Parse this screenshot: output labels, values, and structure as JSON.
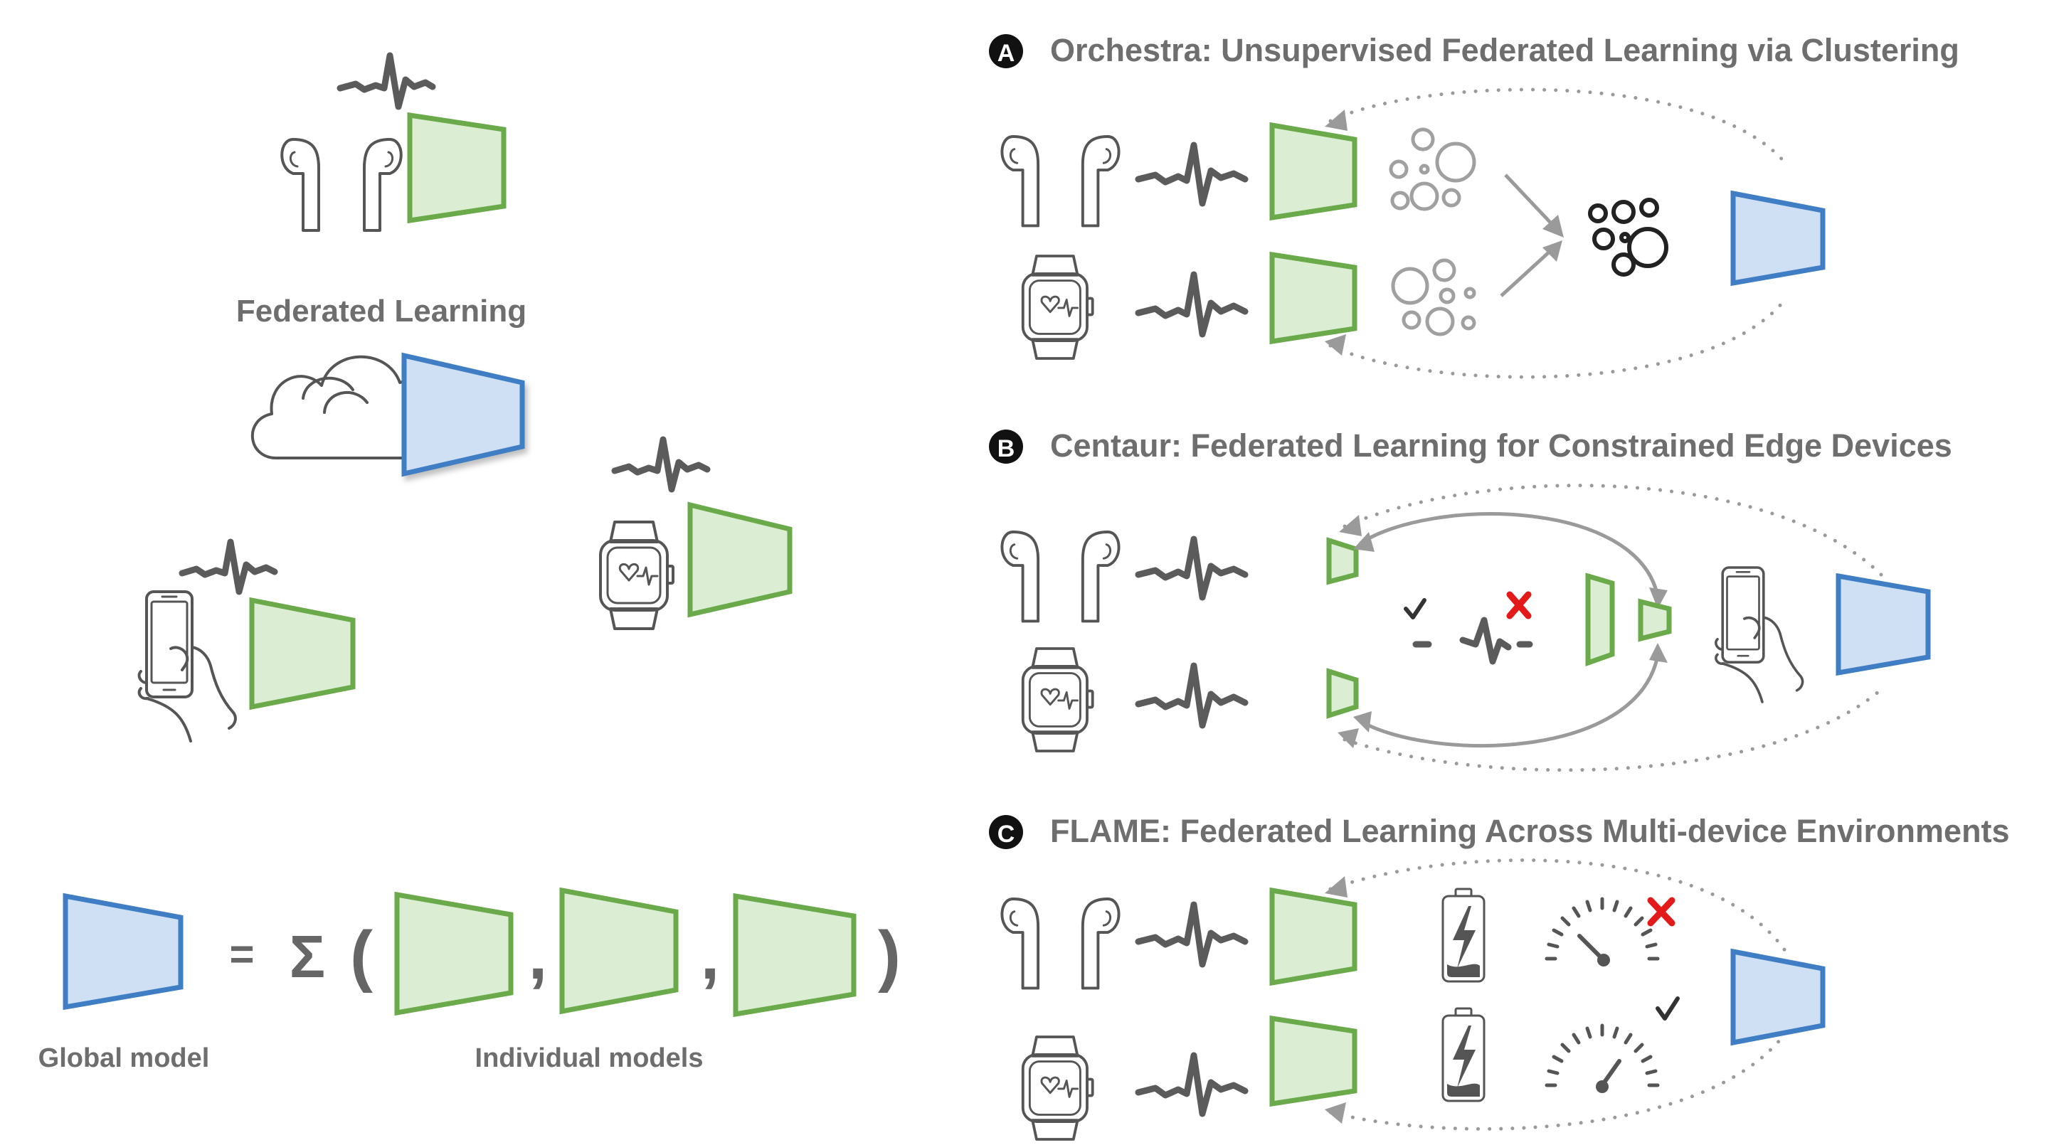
{
  "left": {
    "federated_learning_title": "Federated Learning",
    "equation": {
      "equals": "=",
      "sigma": "Σ",
      "open_paren": "(",
      "comma": ",",
      "close_paren": ")",
      "global_model_label": "Global model",
      "individual_models_label": "Individual models"
    }
  },
  "panels": {
    "a": {
      "badge": "A",
      "title": "Orchestra: Unsupervised Federated Learning via Clustering"
    },
    "b": {
      "badge": "B",
      "title": "Centaur: Federated Learning for Constrained Edge Devices"
    },
    "c": {
      "badge": "C",
      "title": "FLAME: Federated Learning Across Multi-device Environments"
    }
  },
  "colors": {
    "client_model_fill": "#dbeed3",
    "client_model_stroke": "#6aaa4b",
    "global_model_fill": "#cfe0f4",
    "global_model_stroke": "#3f7ec4",
    "reject_mark": "#e21a1a",
    "text_gray": "#6e6e6e"
  },
  "icons": [
    "earbuds-icon",
    "smartwatch-icon",
    "phone-in-hand-icon",
    "cloud-icon",
    "ecg-signal-icon",
    "battery-charging-icon",
    "speedometer-icon",
    "check-icon",
    "cross-icon",
    "cluster-circles-icon"
  ]
}
